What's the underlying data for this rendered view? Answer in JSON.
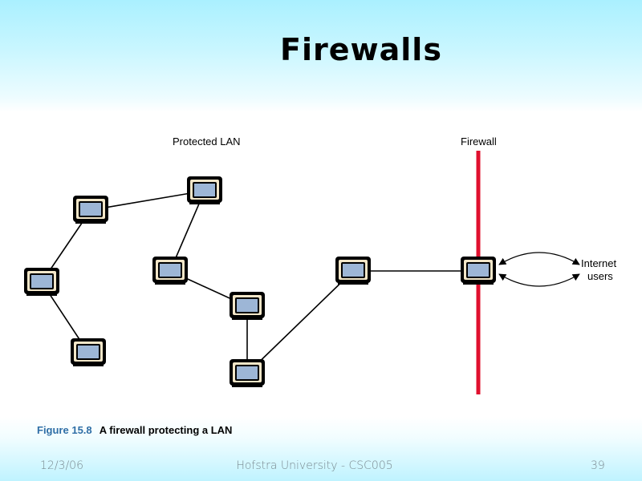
{
  "slide": {
    "title": "Firewalls",
    "footer": {
      "date": "12/3/06",
      "center": "Hofstra University - CSC005",
      "page": "39"
    }
  },
  "diagram": {
    "labels": {
      "protected_lan": "Protected LAN",
      "firewall": "Firewall",
      "internet_line1": "Internet",
      "internet_line2": "users"
    },
    "caption": {
      "figure_number": "Figure 15.8",
      "text": "A firewall protecting a LAN"
    },
    "nodes": [
      {
        "id": "pc-a",
        "role": "lan-computer"
      },
      {
        "id": "pc-b",
        "role": "lan-computer"
      },
      {
        "id": "pc-c",
        "role": "lan-computer"
      },
      {
        "id": "pc-d",
        "role": "lan-computer"
      },
      {
        "id": "pc-e",
        "role": "lan-computer"
      },
      {
        "id": "pc-f",
        "role": "lan-computer"
      },
      {
        "id": "pc-g",
        "role": "lan-computer"
      },
      {
        "id": "pc-h",
        "role": "lan-computer"
      },
      {
        "id": "fw",
        "role": "firewall-computer"
      }
    ],
    "links": [
      [
        "pc-a",
        "pc-b"
      ],
      [
        "pc-a",
        "pc-c"
      ],
      [
        "pc-c",
        "pc-e"
      ],
      [
        "pc-b",
        "pc-d"
      ],
      [
        "pc-d",
        "pc-f"
      ],
      [
        "pc-f",
        "pc-g"
      ],
      [
        "pc-g",
        "pc-h"
      ],
      [
        "pc-h",
        "fw"
      ]
    ],
    "colors": {
      "firewall_line": "#e0102e",
      "screen": "#9db6d6",
      "bezel": "#f2e6c8",
      "caption_figure": "#2e6ea6"
    }
  }
}
